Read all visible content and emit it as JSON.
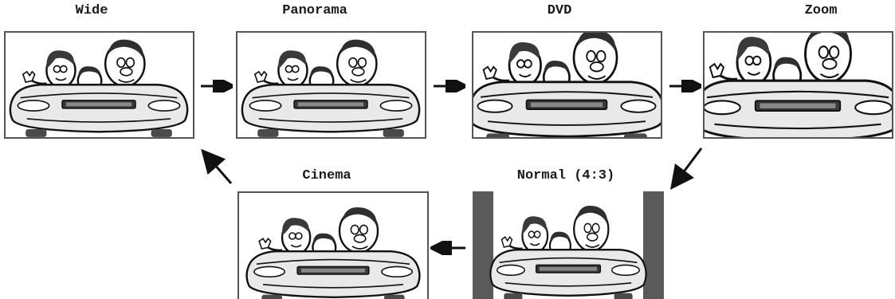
{
  "modes": {
    "wide": {
      "label": "Wide"
    },
    "panorama": {
      "label": "Panorama"
    },
    "dvd": {
      "label": "DVD"
    },
    "zoom": {
      "label": "Zoom"
    },
    "normal": {
      "label": "Normal (4:3)"
    },
    "cinema": {
      "label": "Cinema"
    }
  },
  "icons": {
    "arrow": "arrow-icon",
    "car_scene": "car-family-illustration"
  },
  "colors": {
    "frame_border": "#555555",
    "pillarbox": "#5a5a5a",
    "arrow": "#111111"
  }
}
